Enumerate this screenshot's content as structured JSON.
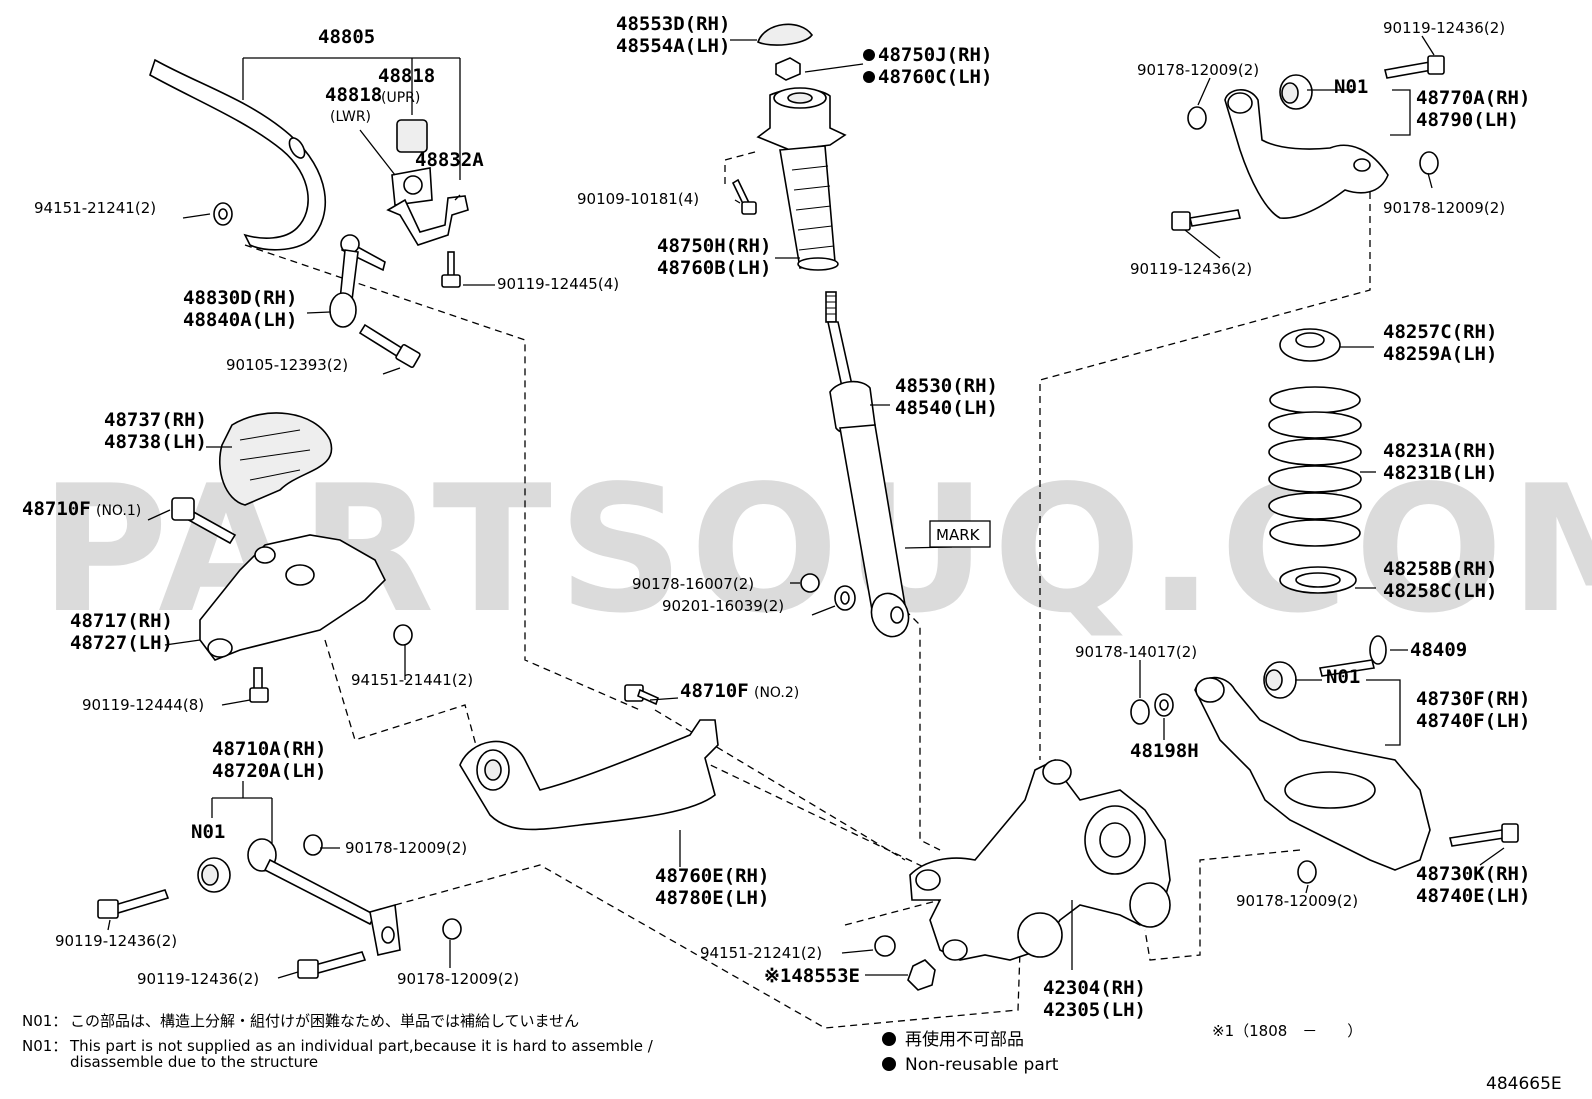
{
  "watermark": "PARTSOUQ.COM",
  "diagram_code": "484665E",
  "labels": {
    "p48805": "48805",
    "p48818": "48818",
    "p48818_lwr": "48818",
    "upr": "(UPR)",
    "lwr": "(LWR)",
    "p48832A": "48832A",
    "p94151_21241_a": "94151-21241(2)",
    "p90119_12445": "90119-12445(4)",
    "p48830D": "48830D(RH)",
    "p48840A": "48840A(LH)",
    "p90105_12393": "90105-12393(2)",
    "p48553D": "48553D(RH)",
    "p48554A": "48554A(LH)",
    "p48750J": "48750J(RH)",
    "p48760C": "48760C(LH)",
    "p90109_10181": "90109-10181(4)",
    "p48750H": "48750H(RH)",
    "p48760B": "48760B(LH)",
    "p48530": "48530(RH)",
    "p48540": "48540(LH)",
    "mark": "MARK",
    "p90178_16007": "90178-16007(2)",
    "p90201_16039": "90201-16039(2)",
    "p90119_12436_top": "90119-12436(2)",
    "p90178_12009_tl": "90178-12009(2)",
    "n01_top": "N01",
    "p48770A": "48770A(RH)",
    "p48790": "48790(LH)",
    "p90178_12009_tr": "90178-12009(2)",
    "p90119_12436_mid": "90119-12436(2)",
    "p48257C": "48257C(RH)",
    "p48259A": "48259A(LH)",
    "p48231A": "48231A(RH)",
    "p48231B": "48231B(LH)",
    "p48258B": "48258B(RH)",
    "p48258C": "48258C(LH)",
    "p48737": "48737(RH)",
    "p48738": "48738(LH)",
    "p48710F_1": "48710F",
    "no1": "(NO.1)",
    "p48717": "48717(RH)",
    "p48727": "48727(LH)",
    "p94151_21441": "94151-21441(2)",
    "p90119_12444": "90119-12444(8)",
    "p48710F_2": "48710F",
    "no2": "(NO.2)",
    "p48710A": "48710A(RH)",
    "p48720A": "48720A(LH)",
    "n01_left": "N01",
    "p90178_12009_ml": "90178-12009(2)",
    "p48760E": "48760E(RH)",
    "p48780E": "48780E(LH)",
    "p90119_12436_bl1": "90119-12436(2)",
    "p90119_12436_bl2": "90119-12436(2)",
    "p90178_12009_bl": "90178-12009(2)",
    "p94151_21241_b": "94151-21241(2)",
    "p148553E": "※148553E",
    "p42304": "42304(RH)",
    "p42305": "42305(LH)",
    "p90178_14017": "90178-14017(2)",
    "p48198H": "48198H",
    "p48409": "48409",
    "n01_right": "N01",
    "p48730F": "48730F(RH)",
    "p48740F": "48740F(LH)",
    "p90178_12009_br": "90178-12009(2)",
    "p48730K": "48730K(RH)",
    "p48740E": "48740E(LH)"
  },
  "notes": {
    "n01_jp_prefix": "N01：",
    "n01_jp_text": "この部品は、構造上分解・組付けが困難なため、単品では補給していません",
    "n01_en_prefix": "N01：",
    "n01_en_line1": "This part is not supplied as an individual part,because it is hard to assemble /",
    "n01_en_line2": "disassemble due to the structure",
    "legend_jp": "再使用不可部品",
    "legend_en": "Non-reusable part",
    "footnote": "※1（1808　－　　）"
  }
}
